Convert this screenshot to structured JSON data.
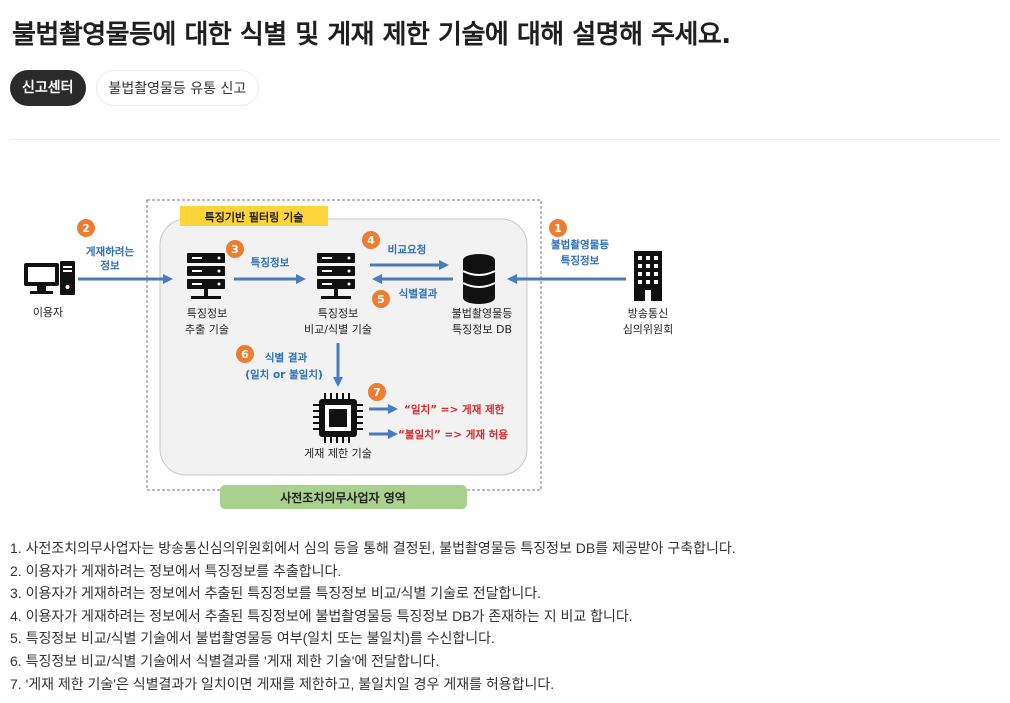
{
  "page": {
    "title": "불법촬영물등에 대한 식별 및 게재 제한 기술에 대해 설명해 주세요.",
    "tags": [
      "신고센터",
      "불법촬영물등 유통 신고"
    ]
  },
  "diagram": {
    "filter_label": "특징기반 필터링 기술",
    "zone_label": "사전조치의무사업자 영역",
    "nodes": {
      "user": "이용자",
      "extract": [
        "특징정보",
        "추출 기술"
      ],
      "compare": [
        "특징정보",
        "비교/식별 기술"
      ],
      "db": [
        "불법촬영물등",
        "특징정보 DB"
      ],
      "kcsc": [
        "방송통신",
        "심의위원회"
      ],
      "limit": "게재 제한 기술"
    },
    "steps": {
      "s1": {
        "num": "1",
        "lines": [
          "불법촬영물등",
          "특징정보"
        ]
      },
      "s2": {
        "num": "2",
        "lines": [
          "게재하려는",
          "정보"
        ]
      },
      "s3": {
        "num": "3",
        "lines": [
          "특징정보"
        ]
      },
      "s4": {
        "num": "4",
        "lines": [
          "비교요청"
        ]
      },
      "s5": {
        "num": "5",
        "lines": [
          "식별결과"
        ]
      },
      "s6": {
        "num": "6",
        "lines": [
          "식별 결과",
          "(일치 or 불일치)"
        ]
      },
      "s7": {
        "num": "7"
      }
    },
    "outcomes": [
      "“일치” => 게재 제한",
      "“불일치” => 게재 허용"
    ],
    "colors": {
      "arrow": "#4a7bc0",
      "badge": "#ed7d31",
      "step_text": "#2f6fb6",
      "outcome": "#d9262a",
      "yellow": "#ffd43b",
      "green": "#a9d18e",
      "panel": "#f2f2f2"
    }
  },
  "steps": [
    "1. 사전조치의무사업자는 방송통신심의위원회에서 심의 등을 통해 결정된, 불법촬영물등 특징정보 DB를 제공받아 구축합니다.",
    "2. 이용자가 게재하려는 정보에서 특징정보를 추출합니다.",
    "3. 이용자가 게재하려는 정보에서 추출된 특징정보를 특징정보 비교/식별 기술로 전달합니다.",
    "4. 이용자가 게재하려는 정보에서 추출된 특징정보에 불법촬영물등 특징정보 DB가 존재하는 지 비교 합니다.",
    "5. 특징정보 비교/식별 기술에서 불법촬영물등 여부(일치 또는 불일치)를 수신합니다.",
    "6. 특징정보 비교/식별 기술에서 식별결과를 '게재 제한 기술'에 전달합니다.",
    "7. '게재 제한 기술'은 식별결과가 일치이면 게재를 제한하고, 불일치일 경우 게재를 허용합니다."
  ]
}
